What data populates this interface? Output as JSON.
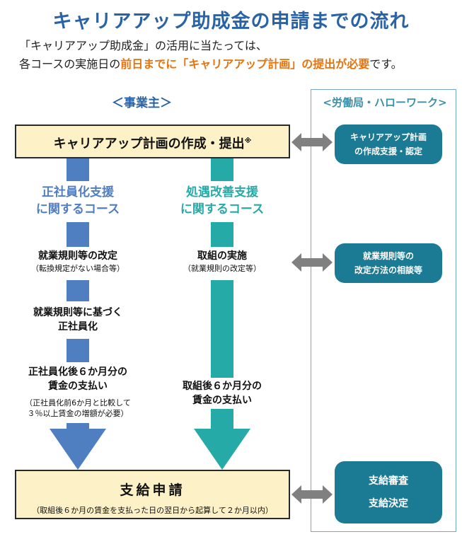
{
  "title": "キャリアアップ助成金の申請までの流れ",
  "intro": {
    "line1": "「キャリアアップ助成金」の活用に当たっては、",
    "line2_a": "各コースの実施日の",
    "line2_hl": "前日までに「キャリアアップ計画」の提出が必要",
    "line2_b": "です。"
  },
  "headers": {
    "employer": "＜事業主＞",
    "labor": "<労働局・ハローワーク>"
  },
  "plan_box": {
    "label": "キャリアアップ計画の作成・提出",
    "mark": "※"
  },
  "labor_items": [
    {
      "line1": "キャリアアップ計画",
      "line2": "の作成支援・認定"
    },
    {
      "line1": "就業規則等の",
      "line2": "改定方法の相談等"
    },
    {
      "line1": "支給審査",
      "line2": "支給決定"
    }
  ],
  "course_a": {
    "title_l1": "正社員化支援",
    "title_l2": "に関するコース",
    "step1": "就業規則等の改定",
    "step1_note": "（転換規定がない場合等）",
    "step2_l1": "就業規則等に基づく",
    "step2_l2": "正社員化",
    "step3_l1": "正社員化後６か月分の",
    "step3_l2": "賃金の支払い",
    "step3_note_l1": "（正社員化前6か月と比較して",
    "step3_note_l2": "３％以上賃金の増額が必要）"
  },
  "course_b": {
    "title_l1": "処遇改善支援",
    "title_l2": "に関するコース",
    "step1": "取組の実施",
    "step1_note": "（就業規則の改定等）",
    "step2_l1": "取組後６か月分の",
    "step2_l2": "賃金の支払い"
  },
  "final_box": {
    "label": "支給申請",
    "note": "（取組後６か月の賃金を支払った日の翌日から起算して２か月以内）"
  },
  "colors": {
    "title": "#2a63a5",
    "highlight": "#e8720c",
    "course_a": "#4f7ec1",
    "course_b": "#26aaa8",
    "labor_pill": "#1b7a94",
    "box_fill": "#fdf1c8",
    "double_arrow": "#808080"
  }
}
